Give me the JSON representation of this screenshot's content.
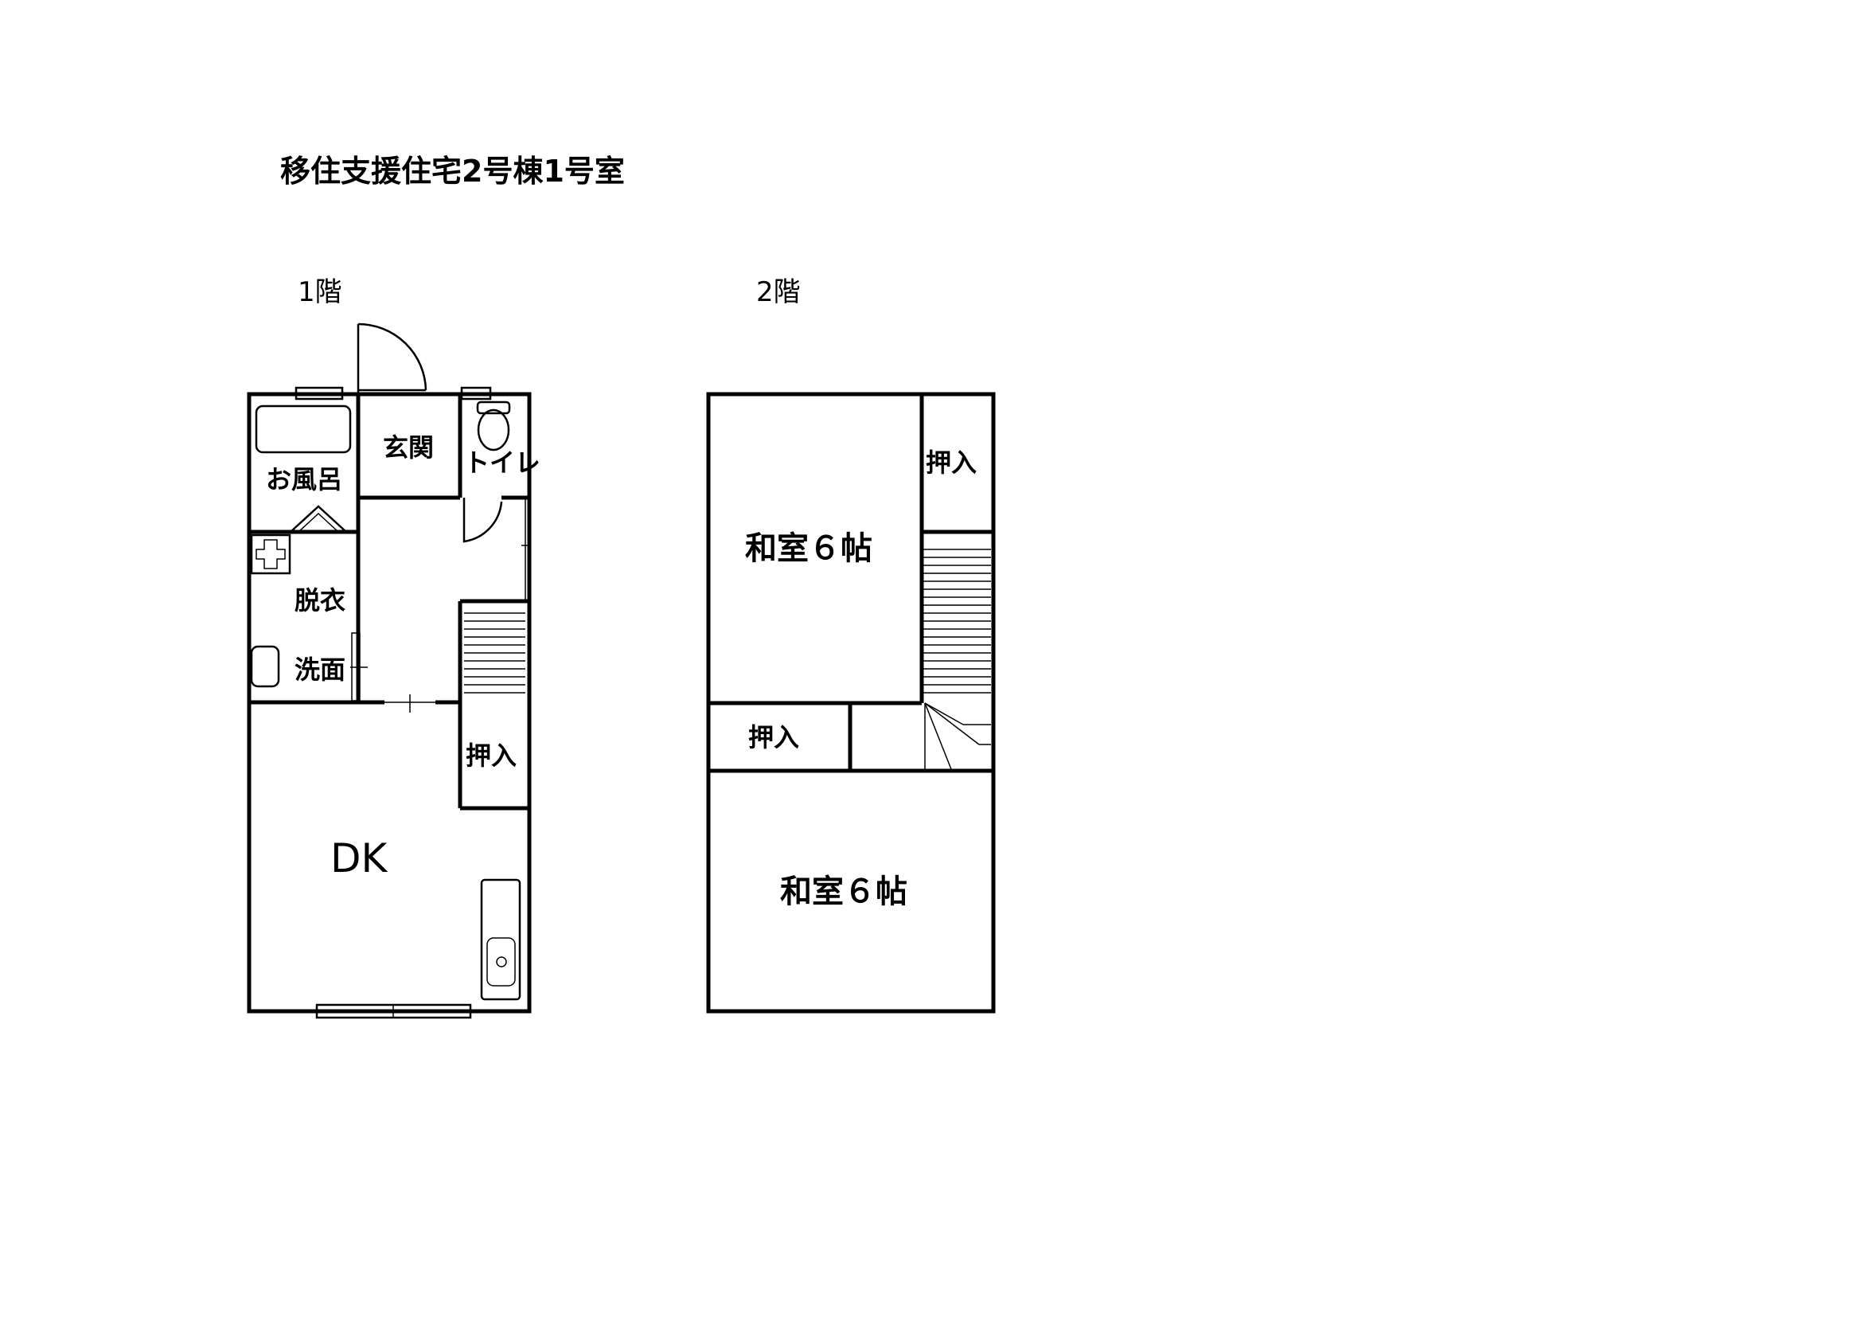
{
  "title": "移住支援住宅2号棟1号室",
  "floor1": {
    "label": "1階",
    "rooms": {
      "bath": "お風呂",
      "entrance": "玄関",
      "toilet": "トイレ",
      "dressing": "脱衣",
      "washroom": "洗面",
      "closet": "押入",
      "dk": "DK"
    }
  },
  "floor2": {
    "label": "2階",
    "rooms": {
      "washitsu_upper": "和室６帖",
      "closet_right": "押入",
      "closet_mid": "押入",
      "washitsu_lower": "和室６帖"
    }
  },
  "colors": {
    "line": "#000000",
    "background": "#ffffff"
  }
}
